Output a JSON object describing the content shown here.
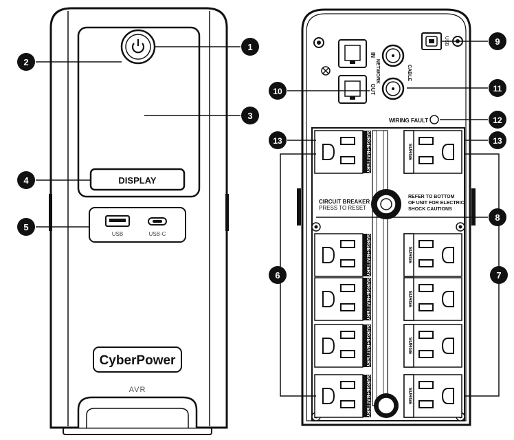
{
  "front": {
    "display_button_label": "DISPLAY",
    "usb_label": "USB",
    "usbc_label": "USB-C",
    "brand": "CyberPower",
    "model": "AVR",
    "power_icon": "power-icon"
  },
  "rear": {
    "usb_label": "USB",
    "network_label": "NETWORK",
    "in_label": "IN",
    "out_label": "OUT",
    "cable_label": "CABLE",
    "wiring_fault_label": "WIRING FAULT",
    "circuit_breaker_line1": "CIRCUIT BREAKER",
    "circuit_breaker_line2": "PRESS TO RESET",
    "refer_line1": "REFER TO BOTTOM",
    "refer_line2": "OF UNIT FOR ELECTRIC",
    "refer_line3": "SHOCK CAUTIONS",
    "surge_battery_label": "SURGE+BATTERY",
    "surge_label": "SURGE"
  },
  "callouts": [
    "1",
    "2",
    "3",
    "4",
    "5",
    "6",
    "7",
    "8",
    "9",
    "10",
    "11",
    "12",
    "13",
    "13"
  ]
}
